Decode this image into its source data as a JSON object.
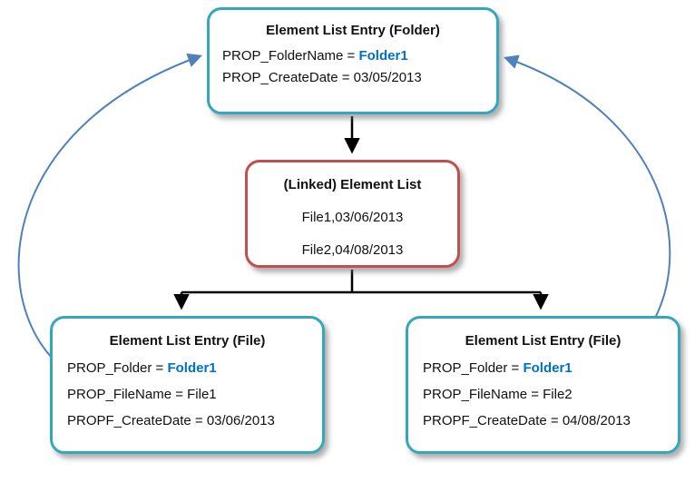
{
  "top_box": {
    "title": "Element List Entry (Folder)",
    "line1_prefix": "PROP_FolderName = ",
    "line1_value": "Folder1",
    "line2": "PROP_CreateDate = 03/05/2013"
  },
  "list_box": {
    "title": "(Linked) Element List",
    "line1": "File1,03/06/2013",
    "line2": "File2,04/08/2013"
  },
  "file_box_left": {
    "title": "Element List Entry (File)",
    "line1_prefix": "PROP_Folder = ",
    "line1_value": "Folder1",
    "line2": "PROP_FileName = File1",
    "line3": "PROPF_CreateDate = 03/06/2013"
  },
  "file_box_right": {
    "title": "Element List Entry (File)",
    "line1_prefix": "PROP_Folder = ",
    "line1_value": "Folder1",
    "line2": "PROP_FileName = File2",
    "line3": "PROPF_CreateDate = 04/08/2013"
  },
  "colors": {
    "teal_border": "#35a7bd",
    "red_border": "#c0504d",
    "highlight_text": "#0070c0",
    "arrow_blue": "#4f81bd",
    "arrow_black": "#000000"
  }
}
